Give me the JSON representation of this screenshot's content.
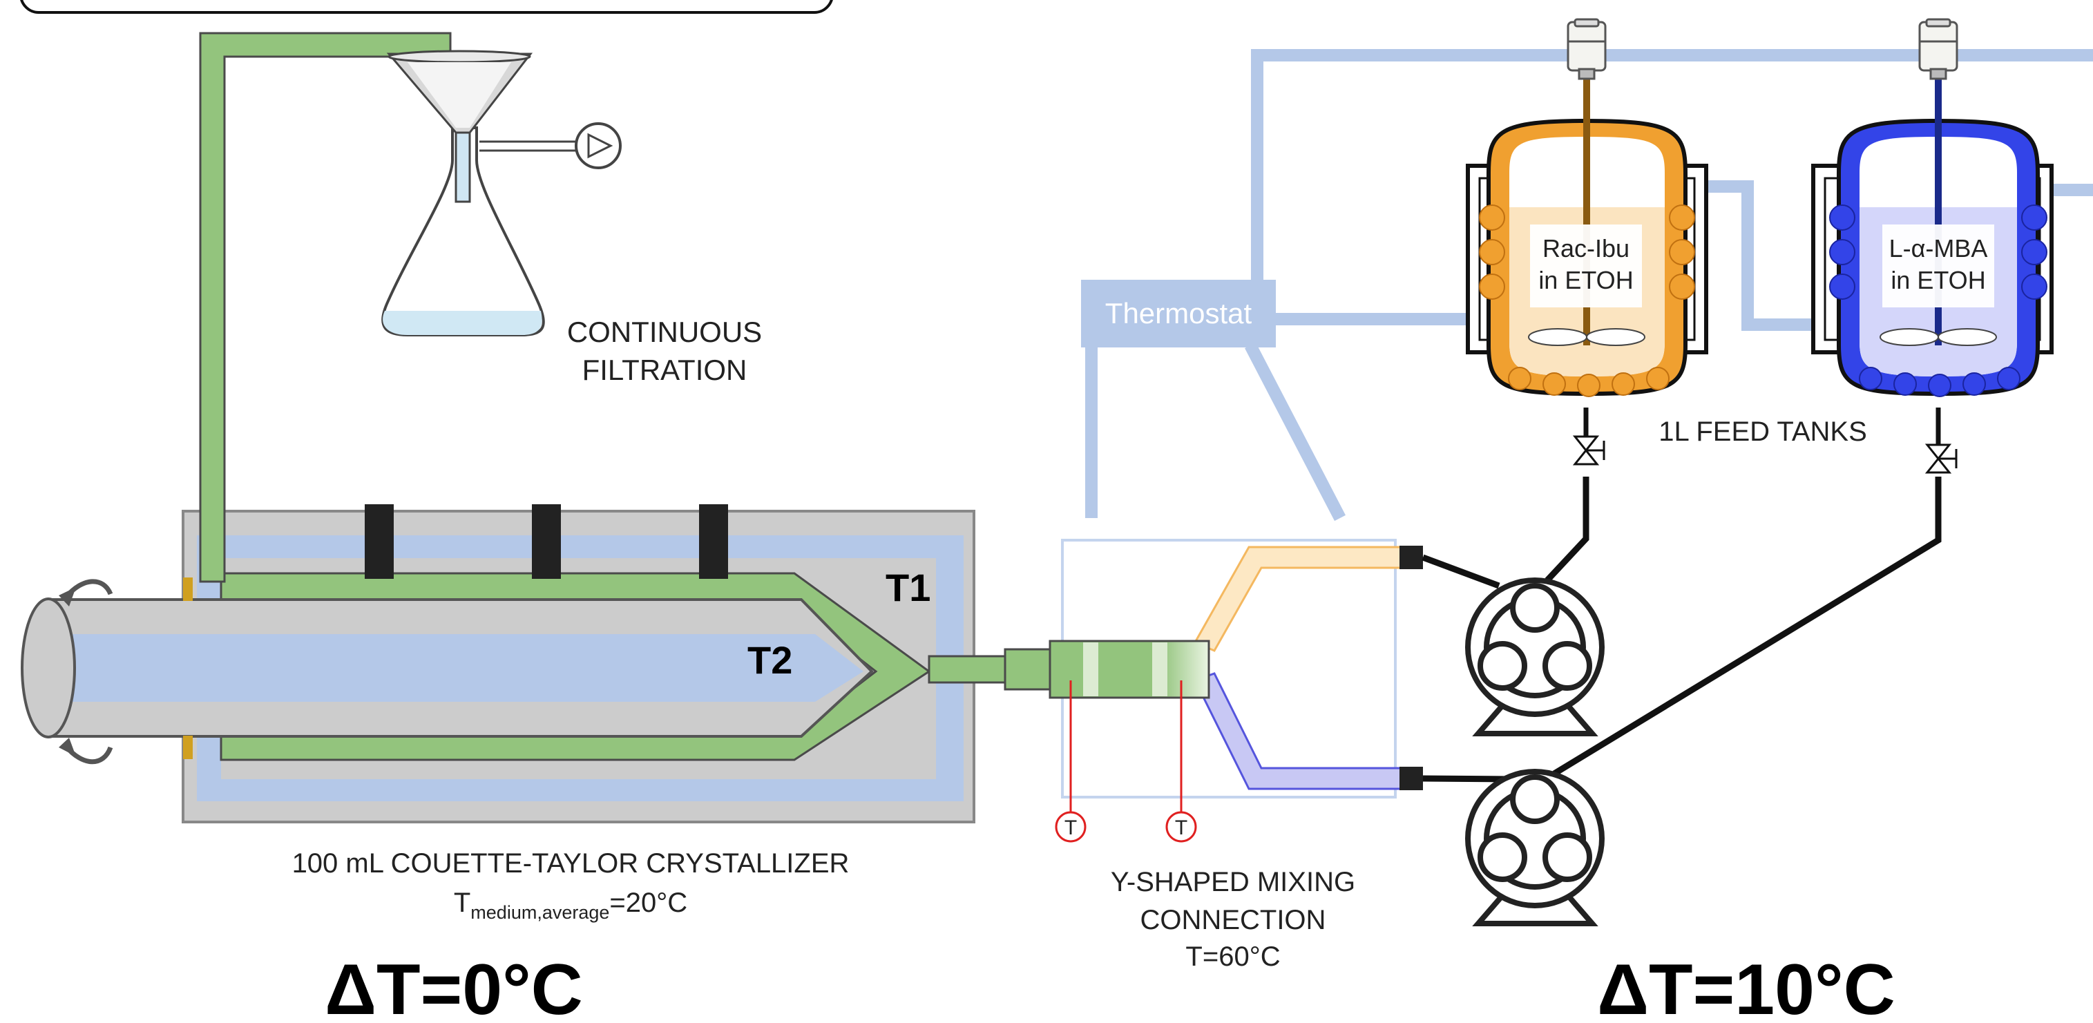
{
  "labels": {
    "filtration_line1": "CONTINUOUS",
    "filtration_line2": "FILTRATION",
    "thermostat": "Thermostat",
    "tank1_line1": "Rac-Ibu",
    "tank1_line2": "in ETOH",
    "tank2_line1": "L-α-MBA",
    "tank2_line2": "in ETOH",
    "feed_tanks": "1L FEED TANKS",
    "t1": "T1",
    "t2": "T2",
    "crystallizer_title": "100 mL COUETTE-TAYLOR CRYSTALLIZER",
    "crystallizer_temp_prefix": "T",
    "crystallizer_temp_sub": "medium,average",
    "crystallizer_temp_value": "=20°C",
    "sensor1": "T",
    "sensor2": "T",
    "mixing_line1": "Y-SHAPED MIXING",
    "mixing_line2": "CONNECTION",
    "mixing_line3": "T=60°C",
    "delta_left": "ΔT=0°C",
    "delta_right": "ΔT=10°C"
  },
  "colors": {
    "thermostat_blue": "#b4c8e8",
    "crystallizer_green": "#93c47d",
    "housing_grey": "#cccccc",
    "tank1_orange": "#f0a030",
    "tank2_blue": "#3344e8",
    "sensor_red": "#e02020"
  }
}
